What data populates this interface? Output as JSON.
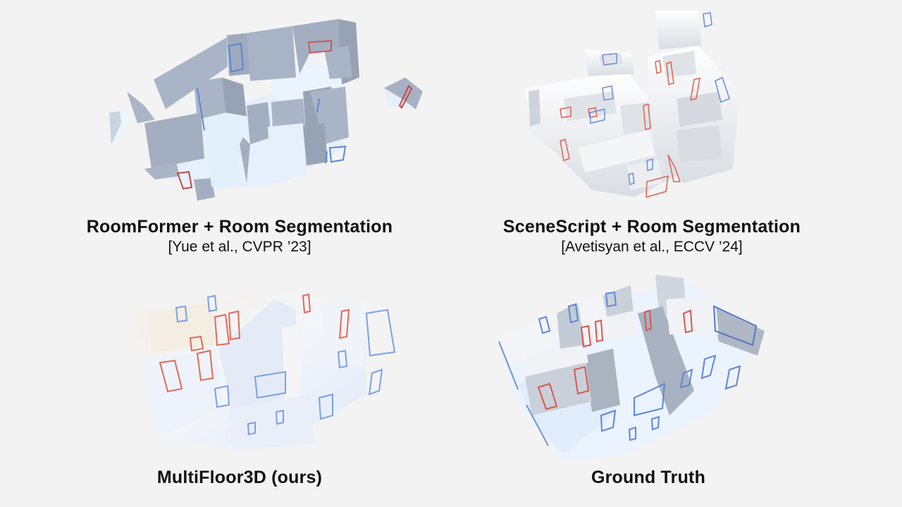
{
  "figure": {
    "background": "#f3f3f3",
    "colors": {
      "wall": "#a9b5c6",
      "wall_dark": "#97a3b4",
      "floor": "#e8f1fd",
      "white_wall": "#eef0f3",
      "window_outline": "#5a86d6",
      "door_outline": "#d9574a"
    },
    "panels": [
      {
        "id": "roomformer",
        "title": "RoomFormer + Room Segmentation",
        "citation": "[Yue et al., CVPR ’23]",
        "position": "top-left"
      },
      {
        "id": "scenescript",
        "title": "SceneScript + Room Segmentation",
        "citation": "[Avetisyan et al., ECCV ’24]",
        "position": "top-right"
      },
      {
        "id": "multifloor3d",
        "title": "MultiFloor3D (ours)",
        "citation": "",
        "position": "bottom-left"
      },
      {
        "id": "ground-truth",
        "title": "Ground Truth",
        "citation": "",
        "position": "bottom-right"
      }
    ]
  }
}
